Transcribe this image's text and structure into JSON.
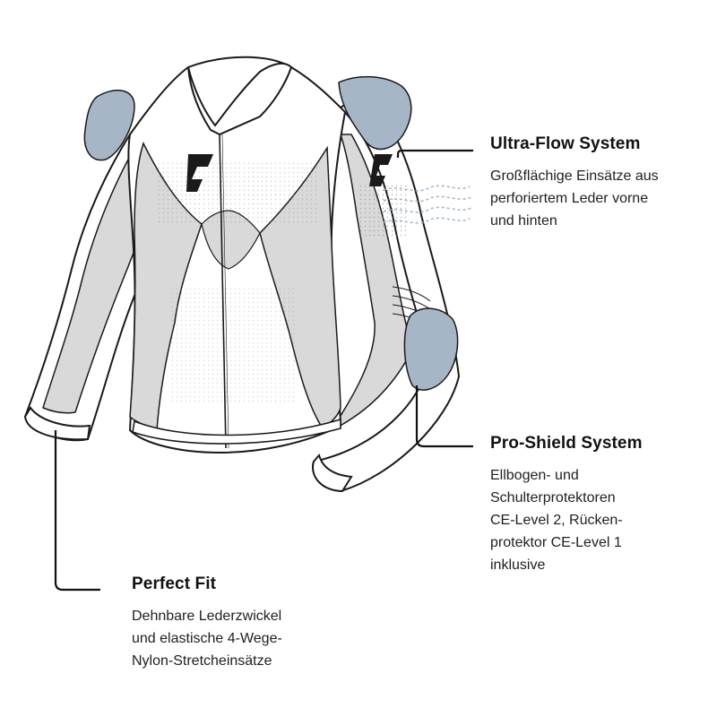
{
  "callouts": {
    "ultra_flow": {
      "title": "Ultra-Flow System",
      "lines": [
        "Großflächige Einsätze aus",
        "perforiertem Leder vorne",
        "und hinten"
      ]
    },
    "pro_shield": {
      "title": "Pro-Shield System",
      "lines": [
        "Ellbogen- und",
        "Schulterprotektoren",
        "CE-Level 2, Rücken-",
        "protektor CE-Level 1",
        "inklusive"
      ]
    },
    "perfect_fit": {
      "title": "Perfect Fit",
      "lines": [
        "Dehnbare Lederzwickel",
        "und elastische 4-Wege-",
        "Nylon-Stretcheinsätze"
      ]
    }
  },
  "colors": {
    "outline": "#1a1a1a",
    "panel_grey": "#d9d9d9",
    "protector_blue": "#a7b6c7",
    "airflow_blue": "#9fb3c4",
    "leader_line": "#111111"
  },
  "icons": {
    "logo": "brand-logo-icon",
    "airflow": "airflow-waves-icon"
  }
}
